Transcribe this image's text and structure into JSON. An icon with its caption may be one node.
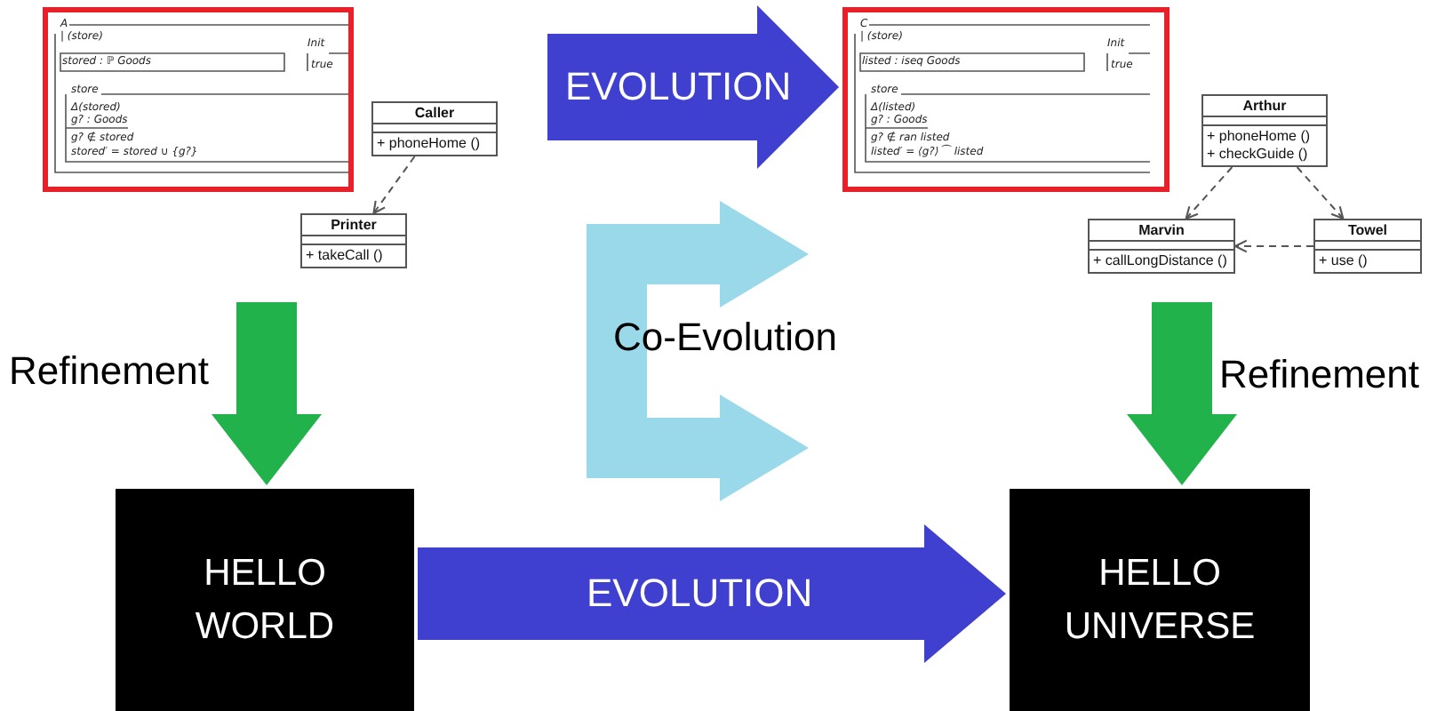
{
  "diagram": {
    "nodes": [
      {
        "text": [
          "A",
          "| (store)",
          "stored : ℙ Goods",
          "Init",
          "true",
          "store",
          "Δ(stored)",
          "g? : Goods",
          "g? ∉ stored",
          "stored′ = stored ∪ {g?}"
        ]
      },
      {
        "text": [
          "Caller",
          "+ phoneHome ()"
        ]
      },
      {
        "text": [
          "Printer",
          "+ takeCall ()"
        ]
      },
      {
        "text": [
          "C",
          "| (store)",
          "listed : iseq Goods",
          "Init",
          "true",
          "store",
          "Δ(listed)",
          "g? : Goods",
          "g? ∉ ran listed",
          "listed′ = ⟨g?⟩ ⁀ listed"
        ]
      },
      {
        "text": [
          "Arthur",
          "+ phoneHome ()",
          "+ checkGuide ()"
        ]
      },
      {
        "text": [
          "Marvin",
          "+ callLongDistance ()"
        ]
      },
      {
        "text": [
          "Towel",
          "+ use ()"
        ]
      },
      {
        "text": [
          "HELLO WORLD"
        ]
      },
      {
        "text": [
          "HELLO UNIVERSE"
        ]
      }
    ],
    "edges": [
      {
        "from": null,
        "to": 3,
        "arrow": "to",
        "label": "EVOLUTION",
        "color": "#3f3fd0"
      },
      {
        "from": 1,
        "to": 2,
        "arrow": "to",
        "style": "dashed"
      },
      {
        "from": 4,
        "to": 5,
        "arrow": "to",
        "style": "dashed"
      },
      {
        "from": 4,
        "to": 6,
        "arrow": "to",
        "style": "dashed"
      },
      {
        "from": 6,
        "to": 5,
        "arrow": "to",
        "style": "dashed"
      },
      {
        "from": null,
        "to": 7,
        "arrow": "to",
        "label": "Refinement",
        "color": "#22b24c"
      },
      {
        "from": null,
        "to": 8,
        "arrow": "to",
        "label": "Refinement",
        "color": "#22b24c"
      },
      {
        "from": null,
        "to": 3,
        "arrow": "to",
        "color": "#99d9ea"
      },
      {
        "from": null,
        "to": 8,
        "arrow": "to",
        "color": "#99d9ea"
      },
      {
        "from": 7,
        "to": 8,
        "arrow": "to",
        "label": "EVOLUTION",
        "color": "#3f3fd0"
      }
    ],
    "labels": [
      "Co-Evolution"
    ]
  }
}
